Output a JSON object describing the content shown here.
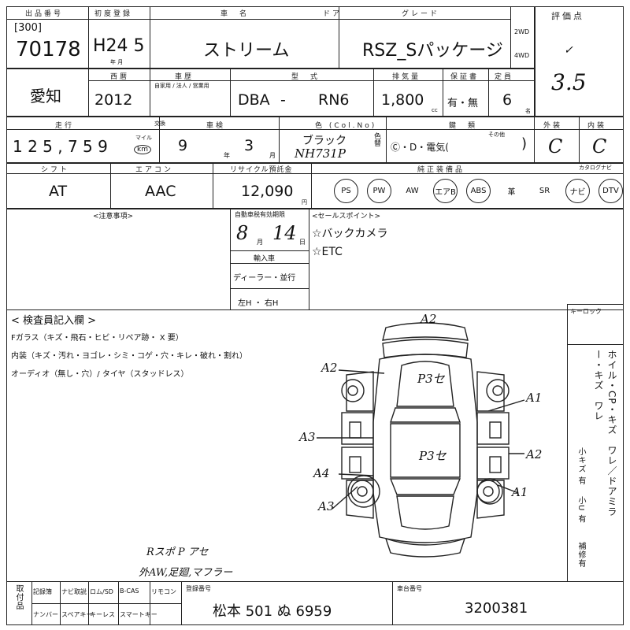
{
  "row1": {
    "lot_label": "出品番号",
    "lot_bracket": "[300]",
    "lot_number": "70178",
    "first_reg_label": "初度登録",
    "first_reg_value": "H24 5",
    "first_reg_unit": "年  月",
    "car_name_label": "車　名",
    "car_name": "ストリーム",
    "door_label": "ドア",
    "grade_label": "グレード",
    "grade": "RSZ_Sパッケージ",
    "drive_options": [
      "2WD",
      "4WD"
    ],
    "score_label": "評価点",
    "score": "3.5"
  },
  "row2": {
    "region": "愛知",
    "year_label": "西暦",
    "year": "2012",
    "history_label": "車歴",
    "history_sub": "自家用 / 法人 / 営業用",
    "model_label": "型　式",
    "model_prefix": "DBA",
    "model_dash": "-",
    "model_code": "RN6",
    "displacement_label": "排気量",
    "displacement": "1,800",
    "displacement_unit": "cc",
    "warranty_label": "保証書",
    "warranty": "有・無",
    "capacity_label": "定員",
    "capacity": "6",
    "capacity_unit": "名"
  },
  "row3": {
    "mileage_label": "走行",
    "mileage": "1 2 5 , 7 5 9",
    "mileage_unit_mile": "マイル",
    "mileage_unit_km": "km",
    "meter_label": "交換",
    "inspection_label": "車検",
    "inspection_year": "9",
    "inspection_year_unit": "年",
    "inspection_month": "3",
    "inspection_month_unit": "月",
    "color_label": "色 (Col.No)",
    "color_name": "ブラック",
    "color_code": "NH731P",
    "color_change_label": "色替",
    "key_label": "鍵　類",
    "key_options": "Ⓒ・D・電気(",
    "key_other_label": "その他",
    "key_close": ")",
    "exterior_label": "外装",
    "exterior": "C",
    "interior_label": "内装",
    "interior": "C"
  },
  "row4": {
    "shift_label": "シフト",
    "shift": "AT",
    "aircon_label": "エアコン",
    "aircon": "AAC",
    "recycle_label": "リサイクル預託金",
    "recycle": "12,090",
    "recycle_unit": "円",
    "equipment_label": "純正装備品",
    "equipment": [
      "PS",
      "PW",
      "AW",
      "エアB",
      "ABS",
      "革",
      "SR",
      "ナビ",
      "DTV"
    ],
    "equipment_circled": [
      true,
      true,
      false,
      true,
      true,
      false,
      false,
      true,
      true
    ],
    "extra_label": "カタログナビ"
  },
  "row5": {
    "notes_label": "<注意事項>",
    "tax_label": "自動車税有効期限",
    "tax_month": "8",
    "tax_month_unit": "月",
    "tax_day": "14",
    "tax_day_unit": "日",
    "import_label": "輸入車",
    "import_dealer": "ディーラー・並行",
    "steering": "左H ・ 右H",
    "sales_label": "<セールスポイント>",
    "sales_points": [
      "☆バックカメラ",
      "☆ETC"
    ]
  },
  "inspection": {
    "title": "< 検査員記入欄 >",
    "line1": "Fガラス（キズ・飛石・ヒビ・リペア跡・ X 要）",
    "line2": "内装（キズ・汚れ・ヨゴレ・シミ・コゲ・穴・キレ・破れ・割れ）",
    "line3": "オーディオ（無し・穴）/ タイヤ（スタッドレス）",
    "key_lock_label": "キーロック",
    "side_text": "ホイル・CP・キズ　ワレ／ドアミラー・キズ　ワレ",
    "side_small": [
      "小キズ 有",
      "小U 有",
      "補修有"
    ],
    "handwritten_note1": "Rスポ P アセ",
    "handwritten_note2": "外AW,足廻,マフラー"
  },
  "diagram_marks": {
    "top": "A2",
    "left_upper": "A2",
    "left_mid": "A3",
    "left_lower": "A4",
    "left_bottom": "A3",
    "right_upper": "A1",
    "right_mid": "A2",
    "right_lower": "A1",
    "hood": "P3セ",
    "roof": "P3セ"
  },
  "footer": {
    "labels_top": [
      "記録簿",
      "ナビ取説",
      "ロム/SD",
      "B-CAS",
      "リモコン"
    ],
    "labels_bottom": [
      "ナンバー",
      "スペアキー",
      "キーレス",
      "スマートキー"
    ],
    "side_label": "取付品",
    "plate_label": "登録番号",
    "plate": "松本 501 ぬ 6959",
    "chassis_label": "車台番号",
    "chassis": "3200381"
  }
}
